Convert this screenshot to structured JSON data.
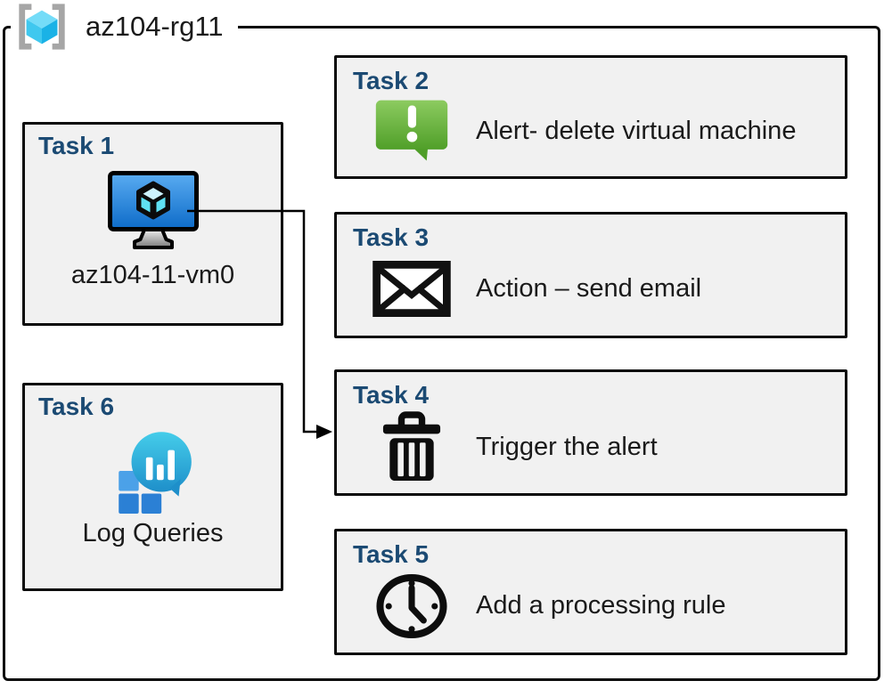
{
  "header": {
    "title": "az104-rg11",
    "icon": "resource-group-icon"
  },
  "tasks": [
    {
      "id": "task-1",
      "title": "Task 1",
      "label": "az104-11-vm0",
      "icon": "virtual-machine-icon"
    },
    {
      "id": "task-2",
      "title": "Task 2",
      "label": "Alert- delete virtual machine",
      "icon": "alert-icon"
    },
    {
      "id": "task-3",
      "title": "Task 3",
      "label": "Action – send email",
      "icon": "email-icon"
    },
    {
      "id": "task-4",
      "title": "Task 4",
      "label": "Trigger the alert",
      "icon": "trash-icon"
    },
    {
      "id": "task-5",
      "title": "Task 5",
      "label": "Add a processing rule",
      "icon": "clock-icon"
    },
    {
      "id": "task-6",
      "title": "Task 6",
      "label": "Log Queries",
      "icon": "log-queries-icon"
    }
  ],
  "connector": {
    "from": "task-1 virtual-machine-icon",
    "to": "task-4 box"
  },
  "colors": {
    "task_title_blue": "#1b4a73",
    "box_fill": "#f1f1f1",
    "box_border": "#0a0a0a",
    "alert_green": "#509f29",
    "vm_screen_blue": "#0d6bc8",
    "log_teal": "#1e8fca",
    "log_square_blue": "#2b80d5",
    "rg_cube_cyan": "#3fc8ef",
    "rg_bracket_gray": "#a6a6a6"
  }
}
